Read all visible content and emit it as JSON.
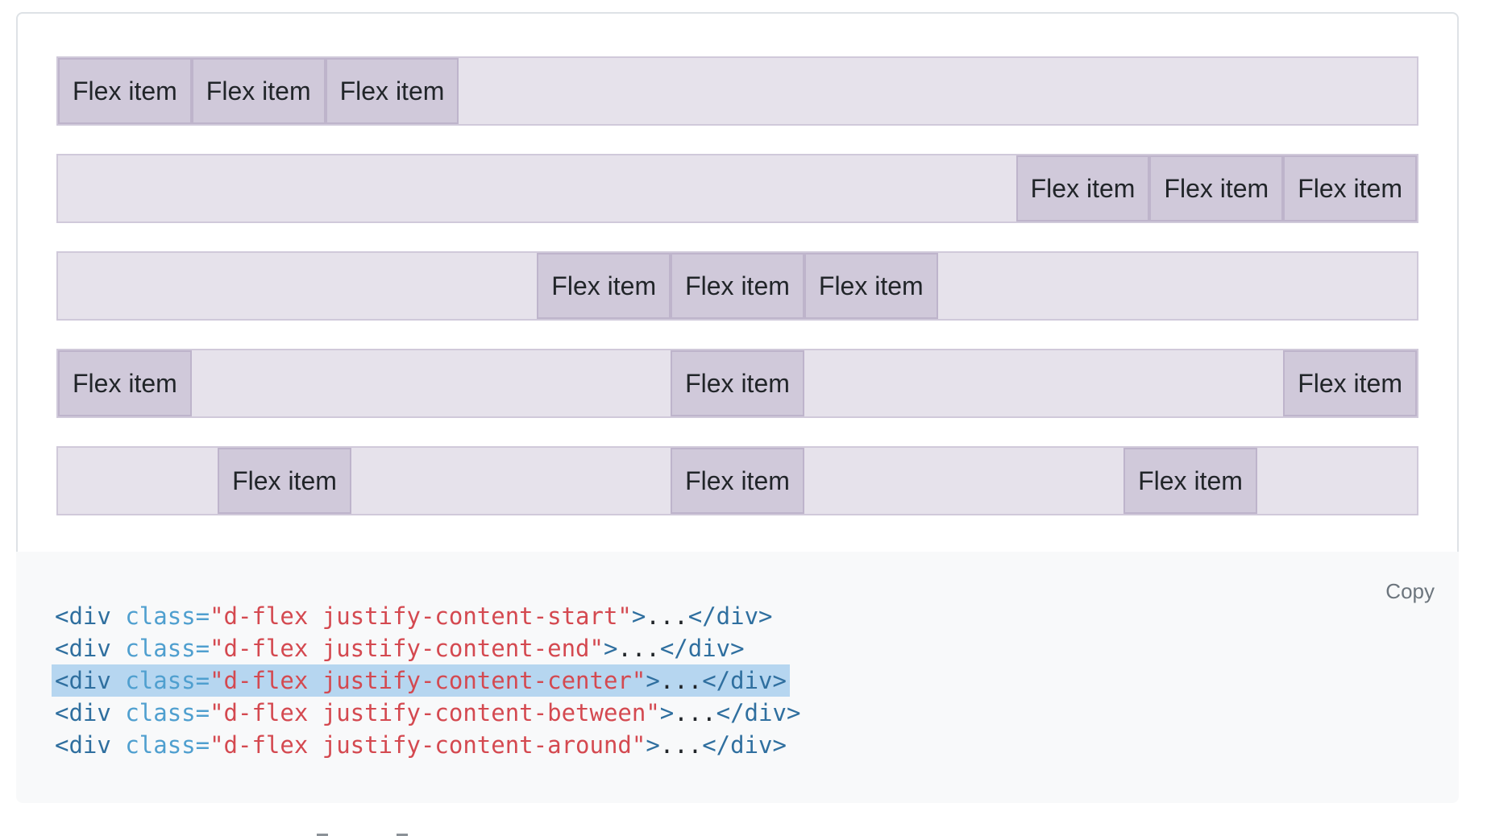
{
  "example": {
    "item_label": "Flex item",
    "rows": [
      {
        "name": "flex-row-justify-start",
        "justify": "flex-start",
        "items": 3
      },
      {
        "name": "flex-row-justify-end",
        "justify": "flex-end",
        "items": 3
      },
      {
        "name": "flex-row-justify-center",
        "justify": "center",
        "items": 3
      },
      {
        "name": "flex-row-justify-between",
        "justify": "space-between",
        "items": 3
      },
      {
        "name": "flex-row-justify-around",
        "justify": "space-around",
        "items": 3
      }
    ]
  },
  "snippet": {
    "copy_label": "Copy",
    "lines": [
      {
        "selected": false,
        "tokens": [
          {
            "t": "nt",
            "v": "<div"
          },
          {
            "t": "p",
            "v": " "
          },
          {
            "t": "na",
            "v": "class="
          },
          {
            "t": "s",
            "v": "\"d-flex justify-content-start\""
          },
          {
            "t": "nt",
            "v": ">"
          },
          {
            "t": "p",
            "v": "..."
          },
          {
            "t": "nt",
            "v": "</div>"
          }
        ]
      },
      {
        "selected": false,
        "tokens": [
          {
            "t": "nt",
            "v": "<div"
          },
          {
            "t": "p",
            "v": " "
          },
          {
            "t": "na",
            "v": "class="
          },
          {
            "t": "s",
            "v": "\"d-flex justify-content-end\""
          },
          {
            "t": "nt",
            "v": ">"
          },
          {
            "t": "p",
            "v": "..."
          },
          {
            "t": "nt",
            "v": "</div>"
          }
        ]
      },
      {
        "selected": true,
        "tokens": [
          {
            "t": "nt",
            "v": "<div"
          },
          {
            "t": "p",
            "v": " "
          },
          {
            "t": "na",
            "v": "class="
          },
          {
            "t": "s",
            "v": "\"d-flex justify-content-center\""
          },
          {
            "t": "nt",
            "v": ">"
          },
          {
            "t": "p",
            "v": "..."
          },
          {
            "t": "nt",
            "v": "</div>"
          }
        ]
      },
      {
        "selected": false,
        "tokens": [
          {
            "t": "nt",
            "v": "<div"
          },
          {
            "t": "p",
            "v": " "
          },
          {
            "t": "na",
            "v": "class="
          },
          {
            "t": "s",
            "v": "\"d-flex justify-content-between\""
          },
          {
            "t": "nt",
            "v": ">"
          },
          {
            "t": "p",
            "v": "..."
          },
          {
            "t": "nt",
            "v": "</div>"
          }
        ]
      },
      {
        "selected": false,
        "tokens": [
          {
            "t": "nt",
            "v": "<div"
          },
          {
            "t": "p",
            "v": " "
          },
          {
            "t": "na",
            "v": "class="
          },
          {
            "t": "s",
            "v": "\"d-flex justify-content-around\""
          },
          {
            "t": "nt",
            "v": ">"
          },
          {
            "t": "p",
            "v": "..."
          },
          {
            "t": "nt",
            "v": "</div>"
          }
        ]
      }
    ]
  },
  "colors": {
    "purple_layer": "rgba(86,61,124,0.15)",
    "example_border": "#dee2e6",
    "snippet_bg": "#f8f9fa",
    "selection": "#b6d6f0",
    "token_tag": "#2f6f9f",
    "token_attr": "#4f9fcf",
    "token_string": "#d44950",
    "token_plain": "#212529",
    "copy_text": "#6c757d"
  }
}
